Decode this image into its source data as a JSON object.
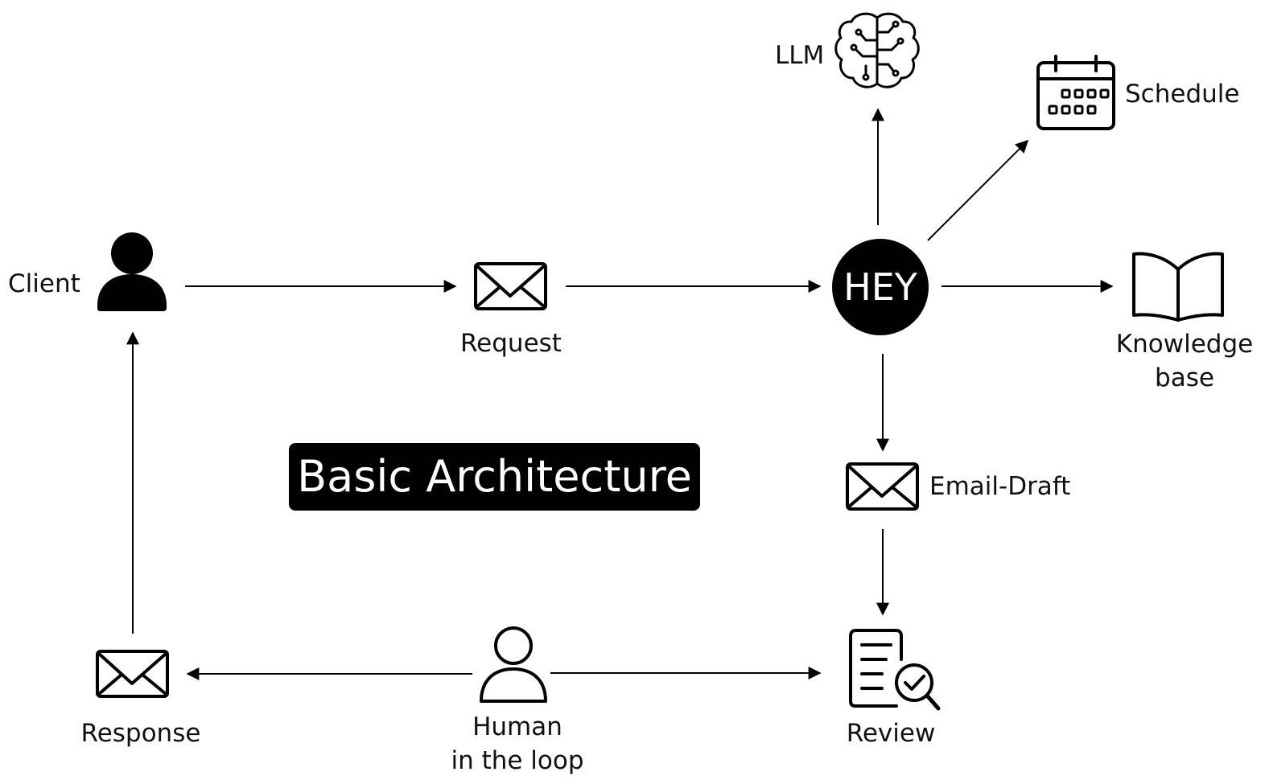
{
  "title": "Basic Architecture",
  "hub": {
    "label": "HEY"
  },
  "nodes": {
    "client": "Client",
    "request": "Request",
    "llm": "LLM",
    "schedule": "Schedule",
    "knowledge_base": [
      "Knowledge",
      "base"
    ],
    "email_draft": "Email-Draft",
    "review": "Review",
    "human_in_the_loop": [
      "Human",
      "in the loop"
    ],
    "response": "Response"
  },
  "icons": {
    "client": "person-filled-icon",
    "request": "envelope-icon",
    "llm": "brain-circuit-icon",
    "schedule": "calendar-icon",
    "knowledge_base": "open-book-icon",
    "email_draft": "envelope-icon",
    "review": "document-check-icon",
    "human_in_the_loop": "person-outline-icon",
    "response": "envelope-icon"
  },
  "edges": [
    {
      "from": "Client",
      "to": "Request"
    },
    {
      "from": "Request",
      "to": "HEY"
    },
    {
      "from": "HEY",
      "to": "LLM"
    },
    {
      "from": "HEY",
      "to": "Schedule"
    },
    {
      "from": "HEY",
      "to": "Knowledge base"
    },
    {
      "from": "HEY",
      "to": "Email-Draft"
    },
    {
      "from": "Email-Draft",
      "to": "Review"
    },
    {
      "from": "Human in the loop",
      "to": "Review"
    },
    {
      "from": "Human in the loop",
      "to": "Response"
    },
    {
      "from": "Response",
      "to": "Client"
    }
  ],
  "colors": {
    "ink": "#000000",
    "background": "#ffffff",
    "badge_text": "#ffffff"
  }
}
